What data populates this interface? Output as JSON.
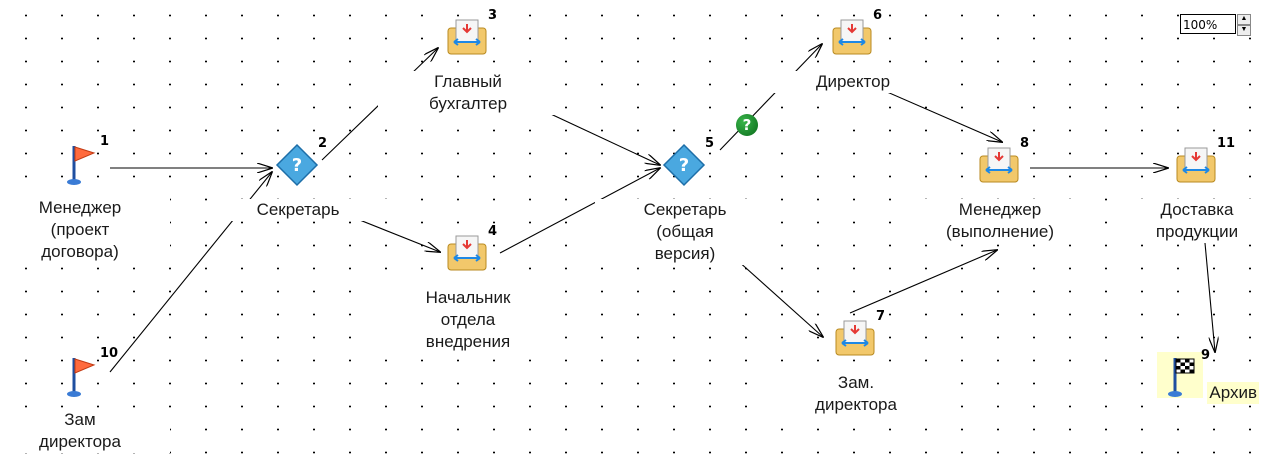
{
  "zoom": {
    "value": "100%"
  },
  "nodes": [
    {
      "id": "n1",
      "number": "1",
      "label": "Менеджер\n(проект\nдоговора)",
      "type": "start-flag"
    },
    {
      "id": "n2",
      "number": "2",
      "label": "Секретарь",
      "type": "decision"
    },
    {
      "id": "n3",
      "number": "3",
      "label": "Главный\nбухгалтер",
      "type": "task"
    },
    {
      "id": "n4",
      "number": "4",
      "label": "Начальник\nотдела\nвнедрения",
      "type": "task"
    },
    {
      "id": "n5",
      "number": "5",
      "label": "Секретарь\n(общая\nверсия)",
      "type": "decision"
    },
    {
      "id": "n6",
      "number": "6",
      "label": "Директор",
      "type": "task"
    },
    {
      "id": "n7",
      "number": "7",
      "label": "Зам.\nдиректора",
      "type": "task"
    },
    {
      "id": "n8",
      "number": "8",
      "label": "Менеджер\n(выполнение)",
      "type": "task"
    },
    {
      "id": "n9",
      "number": "9",
      "label": "Архив",
      "type": "end-flag"
    },
    {
      "id": "n10",
      "number": "10",
      "label": "Зам\nдиректора",
      "type": "start-flag"
    },
    {
      "id": "n11",
      "number": "11",
      "label": "Доставка\nпродукции",
      "type": "task"
    }
  ],
  "badges": {
    "question": "?"
  },
  "colors": {
    "decision": "#4aa8e0",
    "envelope": "#f2c86b",
    "flag": "#ff6a3d",
    "badge": "#1f8f2f",
    "end_highlight": "#ffffcc"
  }
}
